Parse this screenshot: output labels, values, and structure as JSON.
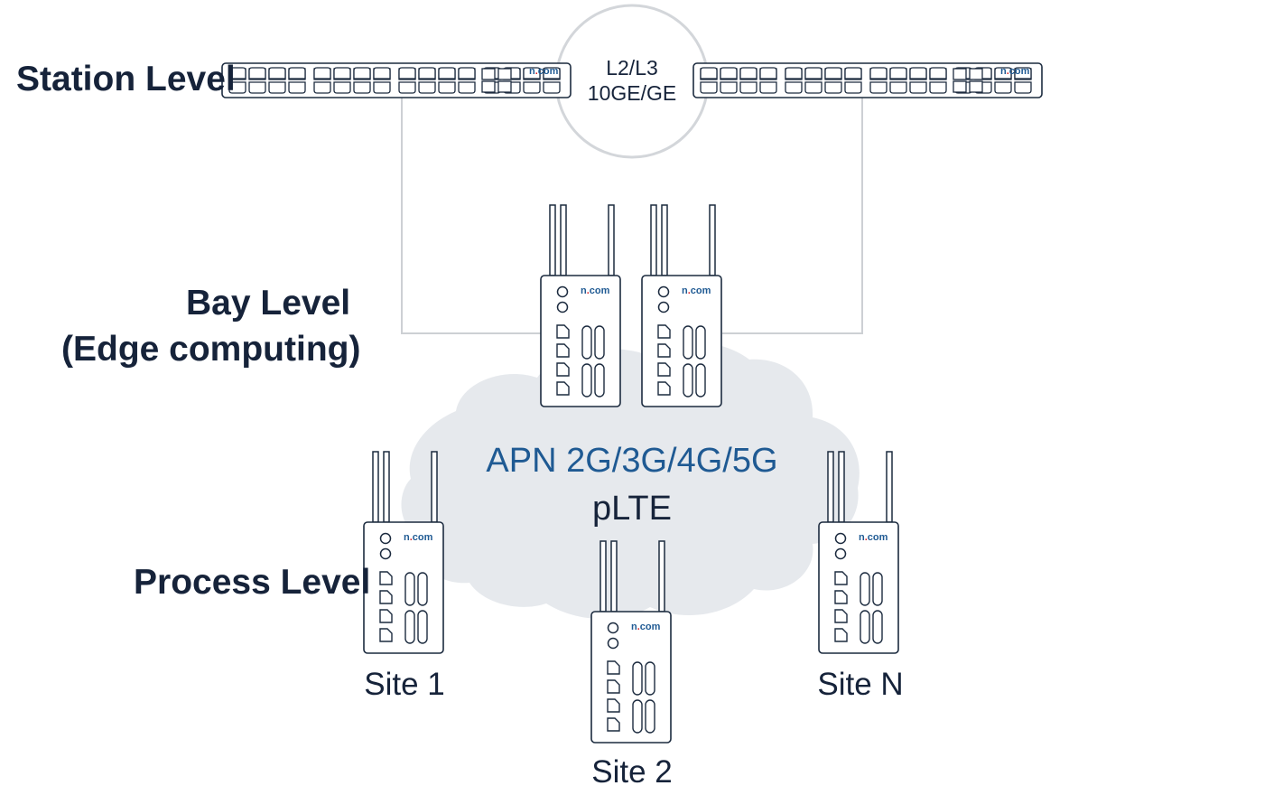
{
  "levels": {
    "station": "Station Level",
    "bay_line1": "Bay Level",
    "bay_line2": "(Edge computing)",
    "process": "Process Level"
  },
  "switch_ring": {
    "line1": "L2/L3",
    "line2": "10GE/GE"
  },
  "network": {
    "apn": "APN 2G/3G/4G/5G",
    "plte": "pLTE"
  },
  "brand_logo": "n.com",
  "sites": {
    "site1": "Site 1",
    "site2": "Site 2",
    "siteN": "Site N"
  },
  "colors": {
    "text_dark": "#16233a",
    "text_blue": "#1f5a93",
    "outline": "#1c2b3f",
    "cloud": "#e6e9ed",
    "ring": "#d3d6da",
    "link": "#cdd0d4"
  }
}
